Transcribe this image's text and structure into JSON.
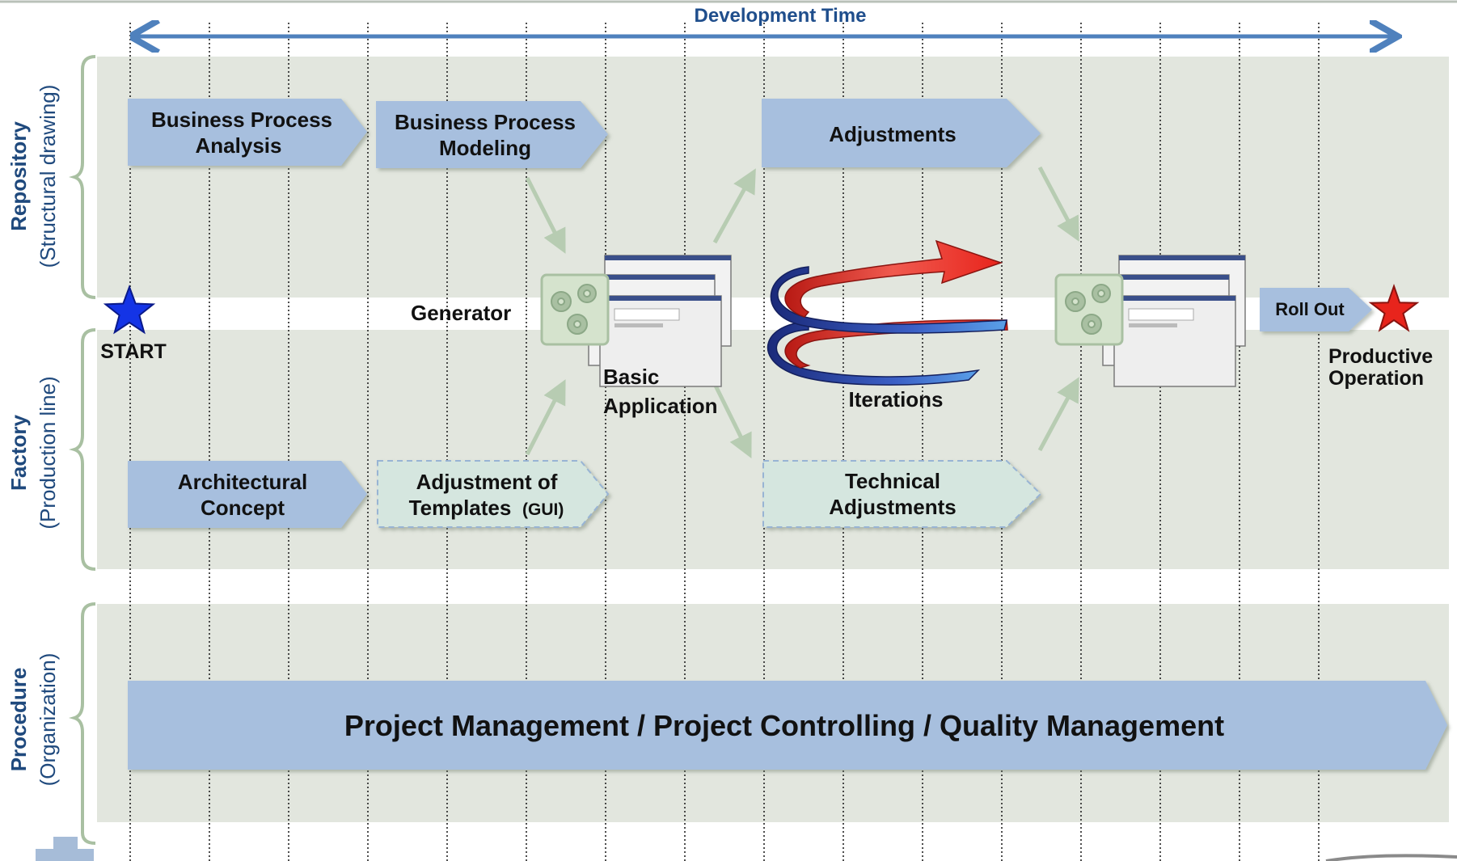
{
  "timeline": {
    "label": "Development Time"
  },
  "lanes": [
    {
      "id": "repository",
      "title": "Repository",
      "subtitle": "(Structural drawing)"
    },
    {
      "id": "factory",
      "title": "Factory",
      "subtitle": "(Production line)"
    },
    {
      "id": "procedure",
      "title": "Procedure",
      "subtitle": "(Organization)"
    }
  ],
  "steps": {
    "bpa": {
      "line1": "Business Process",
      "line2": "Analysis"
    },
    "bpm": {
      "line1": "Business Process",
      "line2": "Modeling"
    },
    "adjustments": {
      "line1": "Adjustments"
    },
    "arch": {
      "line1": "Architectural",
      "line2": "Concept"
    },
    "templates": {
      "line1": "Adjustment of",
      "line2": "Templates",
      "suffix": "(GUI)"
    },
    "technical": {
      "line1": "Technical",
      "line2": "Adjustments"
    },
    "rollout": {
      "line1": "Roll Out"
    }
  },
  "labels": {
    "start": "START",
    "generator": "Generator",
    "basic_line1": "Basic",
    "basic_line2": "Application",
    "iterations": "Iterations",
    "productive_line1": "Productive",
    "productive_line2": "Operation"
  },
  "procedure_bar": {
    "label": "Project Management / Project Controlling / Quality Management"
  },
  "colors": {
    "lane_bg": "#e2e6de",
    "step_fill": "#a7bfde",
    "step_dashed_fill": "#d5e6df",
    "timeline": "#4f81bd",
    "text": "#111111",
    "lane_text": "#1f497d",
    "bracket": "#a9c0a2",
    "start_star": "#1434e6",
    "end_star": "#e8241c",
    "spiral_red": "#e8362d",
    "spiral_blue": "#23328f"
  }
}
